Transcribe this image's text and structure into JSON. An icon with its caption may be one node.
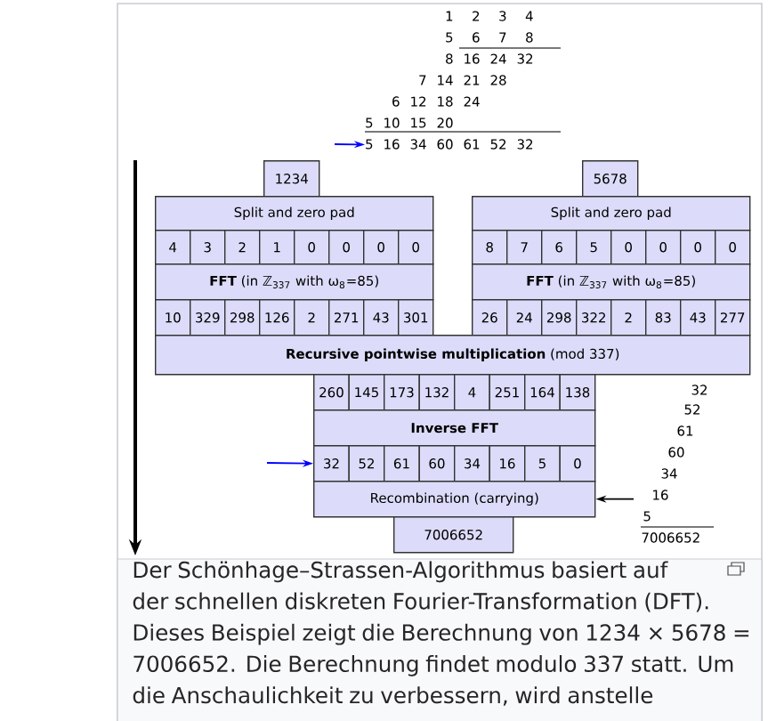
{
  "diagram": {
    "caption": "Der Schönhage–Strassen-Algorithmus basiert auf der schnellen diskreten Fourier-Transformation (DFT). Dieses Beispiel zeigt die Berechnung von 1234 × 5678 = 7006652. Die Berechnung findet modulo 337 statt. Um die Anschaulichkeit zu verbessern, wird anstelle",
    "nodes": [
      {
        "text": [
          "5",
          "16",
          "34",
          "60",
          "61",
          "52",
          "32"
        ]
      },
      {
        "text": [
          "1234"
        ]
      },
      {
        "text": [
          "5678"
        ]
      },
      {
        "text": [
          "Split and zero pad"
        ]
      },
      {
        "text": [
          "Split and zero pad"
        ]
      },
      {
        "text": [
          "4"
        ]
      },
      {
        "text": [
          "3"
        ]
      },
      {
        "text": [
          "2"
        ]
      },
      {
        "text": [
          "1"
        ]
      },
      {
        "text": [
          "0"
        ]
      },
      {
        "text": [
          "0"
        ]
      },
      {
        "text": [
          "0"
        ]
      },
      {
        "text": [
          "0"
        ]
      },
      {
        "text": [
          "8"
        ]
      },
      {
        "text": [
          "7"
        ]
      },
      {
        "text": [
          "6"
        ]
      },
      {
        "text": [
          "5"
        ]
      },
      {
        "text": [
          "0"
        ]
      },
      {
        "text": [
          "0"
        ]
      },
      {
        "text": [
          "0"
        ]
      },
      {
        "text": [
          "0"
        ]
      },
      {
        "text": [
          "**FFT** (in ℤ$_{337}$ with ω$_{8}$=85)"
        ]
      },
      {
        "text": [
          "**FFT** (in ℤ$_{337}$ with ω$_{8}$=85)"
        ]
      },
      {
        "text": [
          "10"
        ]
      },
      {
        "text": [
          "329"
        ]
      },
      {
        "text": [
          "298"
        ]
      },
      {
        "text": [
          "126"
        ]
      },
      {
        "text": [
          "2"
        ]
      },
      {
        "text": [
          "271"
        ]
      },
      {
        "text": [
          "43"
        ]
      },
      {
        "text": [
          "301"
        ]
      },
      {
        "text": [
          "26"
        ]
      },
      {
        "text": [
          "24"
        ]
      },
      {
        "text": [
          "298"
        ]
      },
      {
        "text": [
          "322"
        ]
      },
      {
        "text": [
          "2"
        ]
      },
      {
        "text": [
          "83"
        ]
      },
      {
        "text": [
          "43"
        ]
      },
      {
        "text": [
          "277"
        ]
      },
      {
        "text": [
          "**Recursive pointwise multiplication** (mod 337)"
        ]
      },
      {
        "text": [
          "260"
        ]
      },
      {
        "text": [
          "145"
        ]
      },
      {
        "text": [
          "173"
        ]
      },
      {
        "text": [
          "132"
        ]
      },
      {
        "text": [
          "4"
        ]
      },
      {
        "text": [
          "251"
        ]
      },
      {
        "text": [
          "164"
        ]
      },
      {
        "text": [
          "138"
        ]
      },
      {
        "text": [
          "**Inverse FFT**"
        ]
      },
      {
        "text": [
          "32"
        ]
      },
      {
        "text": [
          "52"
        ]
      },
      {
        "text": [
          "61"
        ]
      },
      {
        "text": [
          "60"
        ]
      },
      {
        "text": [
          "34"
        ]
      },
      {
        "text": [
          "16"
        ]
      },
      {
        "text": [
          "5"
        ]
      },
      {
        "text": [
          "0"
        ]
      },
      {
        "text": [
          "Recombination (carrying)"
        ]
      },
      {
        "text": [
          "32",
          "52",
          "61",
          "60",
          "34",
          "16",
          "5",
          "7006652"
        ]
      },
      {
        "text": [
          "7006652"
        ]
      }
    ],
    "edges": [
      {
        "from": null,
        "to": 0,
        "arrow": "to",
        "color": "#0000ff"
      },
      {
        "from": null,
        "to": 49,
        "arrow": "to",
        "color": "#0000ff"
      },
      {
        "from": 58,
        "to": 57,
        "arrow": "to",
        "color": "#000000"
      }
    ],
    "labels": [
      "1",
      "2",
      "3",
      "4",
      "5",
      "6",
      "7",
      "8",
      "8",
      "16",
      "24",
      "32",
      "7",
      "14",
      "21",
      "28",
      "6",
      "12",
      "18",
      "24",
      "5",
      "10",
      "15",
      "20"
    ]
  }
}
